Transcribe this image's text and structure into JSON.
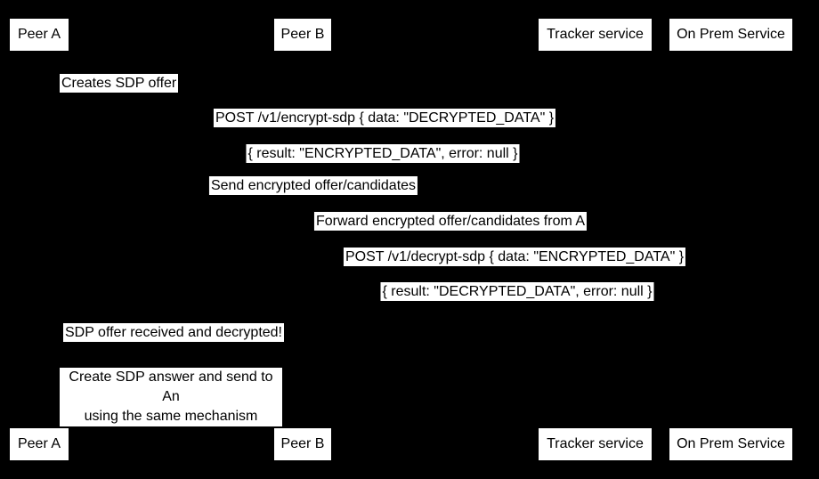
{
  "colors": {
    "background": "#000000",
    "label_background": "#ffffff",
    "text": "#000000"
  },
  "participants": [
    {
      "name": "Peer A"
    },
    {
      "name": "Peer B"
    },
    {
      "name": "Tracker service"
    },
    {
      "name": "On Prem Service"
    }
  ],
  "messages": [
    {
      "text": "Creates SDP offer",
      "from": "Peer A",
      "to": "Peer A"
    },
    {
      "text": "POST /v1/encrypt-sdp { data: \"DECRYPTED_DATA\" }",
      "from": "Peer A",
      "to": "On Prem Service"
    },
    {
      "text": "{ result: \"ENCRYPTED_DATA\", error: null }",
      "from": "On Prem Service",
      "to": "Peer A"
    },
    {
      "text": "Send encrypted offer/candidates",
      "from": "Peer A",
      "to": "Tracker service"
    },
    {
      "text": "Forward encrypted offer/candidates from A",
      "from": "Tracker service",
      "to": "Peer B"
    },
    {
      "text": "POST /v1/decrypt-sdp { data: \"ENCRYPTED_DATA\" }",
      "from": "Peer B",
      "to": "On Prem Service"
    },
    {
      "text": "{ result: \"DECRYPTED_DATA\", error: null }",
      "from": "On Prem Service",
      "to": "Peer B"
    },
    {
      "text": "SDP offer received and decrypted!",
      "from": "Peer B",
      "to": "Peer A"
    }
  ],
  "note": {
    "line1": "Create SDP answer and send to An",
    "line2": "using the same mechanism"
  }
}
